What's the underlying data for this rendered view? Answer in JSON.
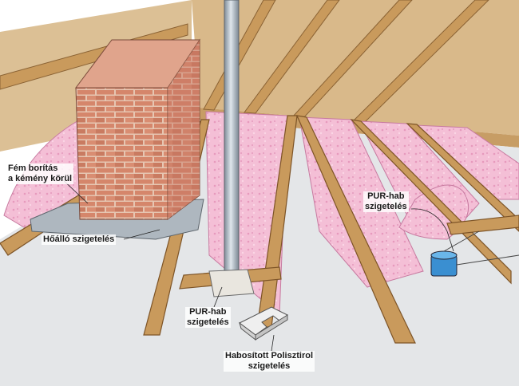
{
  "labels": {
    "metal_chimney_cover": "Fém borítás\na kémény körül",
    "heat_resistant_insulation": "Hőálló szigetelés",
    "pur_foam_right": "PUR-hab\nszigetelés",
    "pur_foam_center": "PUR-hab\nszigetelés",
    "foamed_polystyrene": "Habosított Polisztirol\nszigetelés"
  },
  "colors": {
    "insulation_pink": "#f2b9d2",
    "wood": "#c99a5c",
    "brick": "#d4826a",
    "pipe": "#a9b6c2",
    "floor": "#e4e6e8"
  }
}
